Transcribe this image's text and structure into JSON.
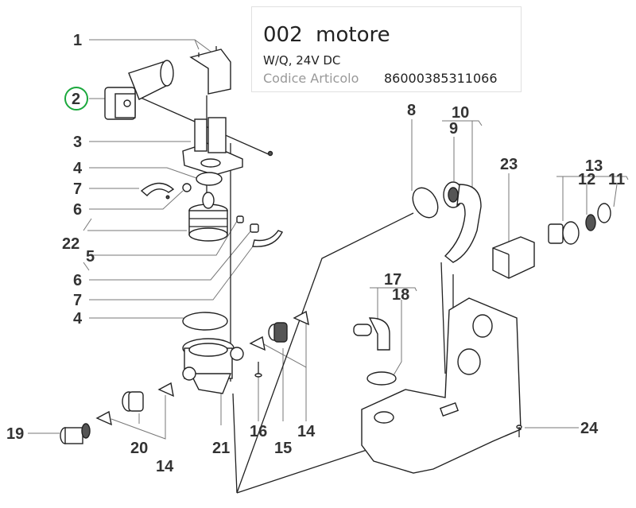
{
  "part_info": {
    "title": "002  motore",
    "subtitle": "W/Q, 24V DC",
    "code_label": "Codice Articolo",
    "code_value": "86000385311066"
  },
  "highlight_color": "#1aa83c",
  "callouts": {
    "c1": "1",
    "c2": "2",
    "c3": "3",
    "c4a": "4",
    "c7a": "7",
    "c6a": "6",
    "c22": "22",
    "c5": "5",
    "c6b": "6",
    "c7b": "7",
    "c4b": "4",
    "c8": "8",
    "c10": "10",
    "c9": "9",
    "c23": "23",
    "c13": "13",
    "c12": "12",
    "c11": "11",
    "c17": "17",
    "c18": "18",
    "c19": "19",
    "c20": "20",
    "c14a": "14",
    "c21": "21",
    "c16": "16",
    "c15": "15",
    "c14b": "14",
    "c24": "24"
  },
  "selected_part": "2"
}
